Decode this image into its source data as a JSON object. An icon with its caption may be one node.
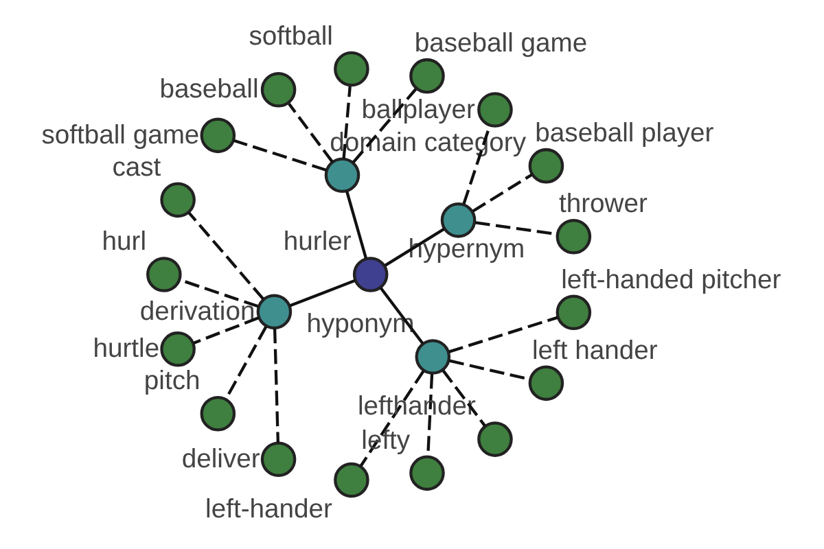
{
  "diagram": {
    "nodes": [
      {
        "text": [
          "hurler"
        ]
      },
      {
        "text": [
          "hypernym"
        ]
      },
      {
        "text": [
          "thrower"
        ]
      },
      {
        "text": [
          "baseball player"
        ]
      },
      {
        "text": [
          "ballplayer"
        ]
      },
      {
        "text": [
          "domain category"
        ]
      },
      {
        "text": [
          "baseball game"
        ]
      },
      {
        "text": [
          "softball"
        ]
      },
      {
        "text": [
          "baseball"
        ]
      },
      {
        "text": [
          "softball game"
        ]
      },
      {
        "text": [
          "derivation"
        ]
      },
      {
        "text": [
          "cast"
        ]
      },
      {
        "text": [
          "hurl"
        ]
      },
      {
        "text": [
          "hurtle"
        ]
      },
      {
        "text": [
          "pitch"
        ]
      },
      {
        "text": [
          "deliver"
        ]
      },
      {
        "text": [
          "hyponym"
        ]
      },
      {
        "text": [
          "left-hander"
        ]
      },
      {
        "text": [
          "lefty"
        ]
      },
      {
        "text": [
          "lefthander"
        ]
      },
      {
        "text": [
          "left hander"
        ]
      },
      {
        "text": [
          "left-handed pitcher"
        ]
      }
    ],
    "edges": [
      {
        "from": 0,
        "to": 1,
        "arrow": "none"
      },
      {
        "from": 0,
        "to": 5,
        "arrow": "none"
      },
      {
        "from": 0,
        "to": 10,
        "arrow": "none"
      },
      {
        "from": 0,
        "to": 16,
        "arrow": "none"
      },
      {
        "from": 1,
        "to": 2,
        "arrow": "none",
        "style": "dashed"
      },
      {
        "from": 1,
        "to": 3,
        "arrow": "none",
        "style": "dashed"
      },
      {
        "from": 1,
        "to": 4,
        "arrow": "none",
        "style": "dashed"
      },
      {
        "from": 5,
        "to": 6,
        "arrow": "none",
        "style": "dashed"
      },
      {
        "from": 5,
        "to": 7,
        "arrow": "none",
        "style": "dashed"
      },
      {
        "from": 5,
        "to": 8,
        "arrow": "none",
        "style": "dashed"
      },
      {
        "from": 5,
        "to": 9,
        "arrow": "none",
        "style": "dashed"
      },
      {
        "from": 10,
        "to": 11,
        "arrow": "none",
        "style": "dashed"
      },
      {
        "from": 10,
        "to": 12,
        "arrow": "none",
        "style": "dashed"
      },
      {
        "from": 10,
        "to": 13,
        "arrow": "none",
        "style": "dashed"
      },
      {
        "from": 10,
        "to": 14,
        "arrow": "none",
        "style": "dashed"
      },
      {
        "from": 10,
        "to": 15,
        "arrow": "none",
        "style": "dashed"
      },
      {
        "from": 16,
        "to": 17,
        "arrow": "none",
        "style": "dashed"
      },
      {
        "from": 16,
        "to": 18,
        "arrow": "none",
        "style": "dashed"
      },
      {
        "from": 16,
        "to": 19,
        "arrow": "none",
        "style": "dashed"
      },
      {
        "from": 16,
        "to": 20,
        "arrow": "none",
        "style": "dashed"
      },
      {
        "from": 16,
        "to": 21,
        "arrow": "none",
        "style": "dashed"
      }
    ]
  }
}
